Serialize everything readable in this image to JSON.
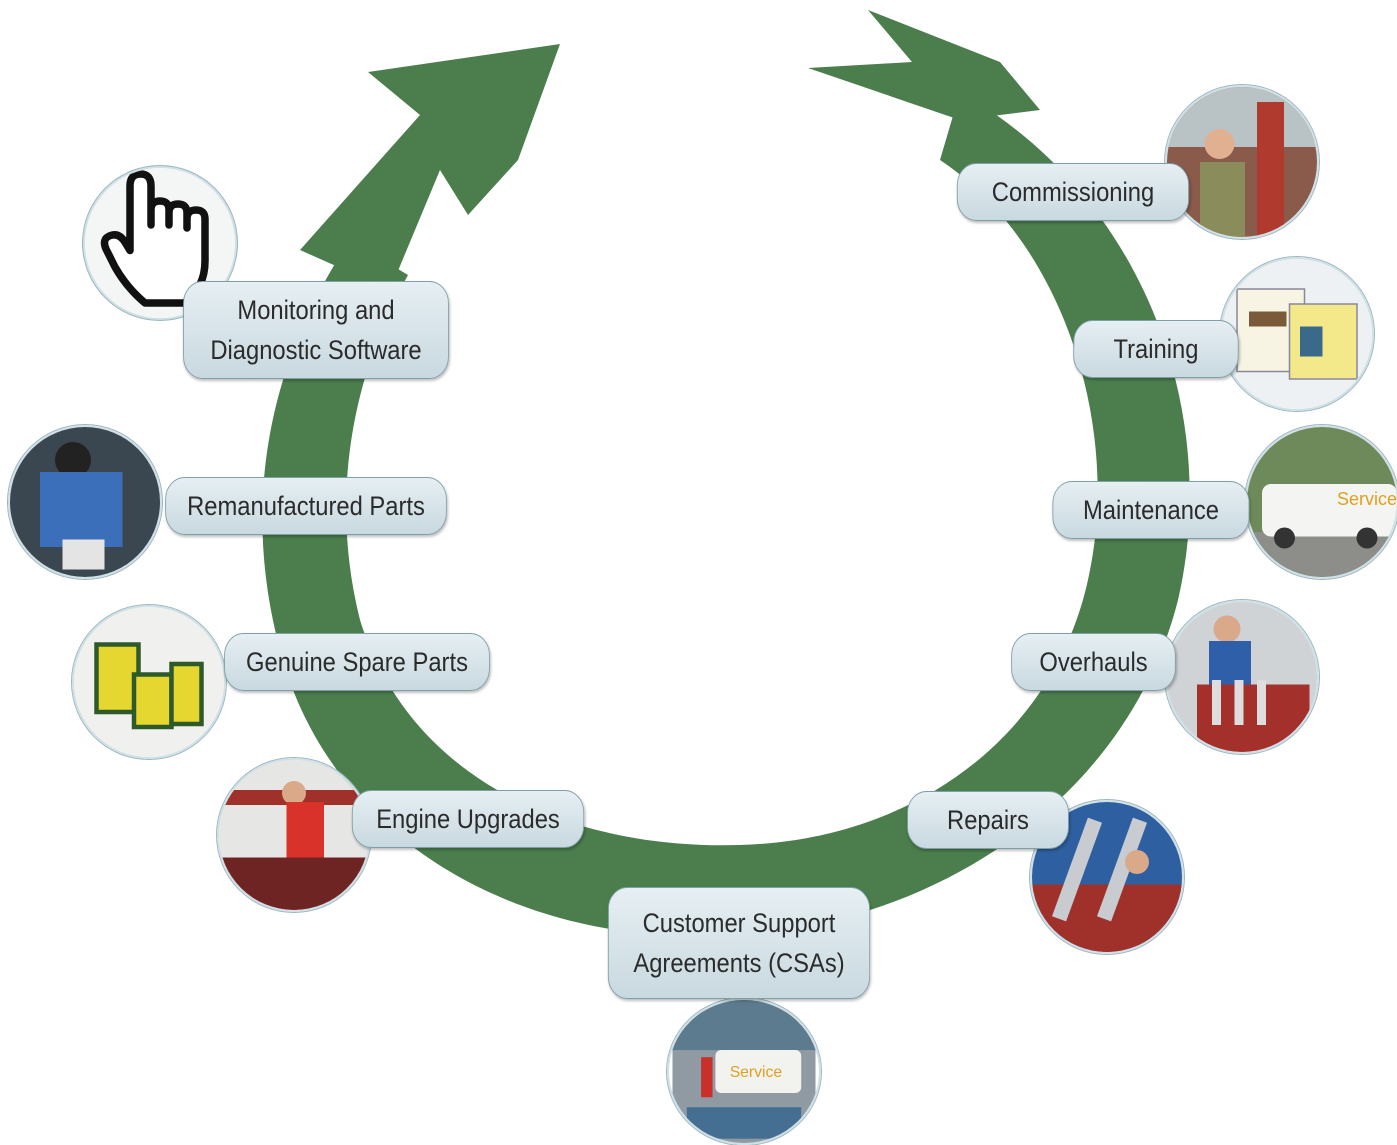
{
  "colors": {
    "arrow": "#4b7e4c",
    "pill_border": "#7f9fa8",
    "pill_fill": "#d6e4ea"
  },
  "cycle": {
    "steps": [
      {
        "id": "commissioning",
        "label": "Commissioning",
        "icon": "commissioning-photo-icon"
      },
      {
        "id": "training",
        "label": "Training",
        "icon": "training-photo-icon"
      },
      {
        "id": "maintenance",
        "label": "Maintenance",
        "icon": "service-van-photo-icon"
      },
      {
        "id": "overhauls",
        "label": "Overhauls",
        "icon": "overhaul-photo-icon"
      },
      {
        "id": "repairs",
        "label": "Repairs",
        "icon": "repairs-photo-icon"
      },
      {
        "id": "csas",
        "label_line1": "Customer Support",
        "label_line2": "Agreements (CSAs)",
        "icon": "customer-support-photo-icon"
      },
      {
        "id": "engine-upgrades",
        "label": "Engine Upgrades",
        "icon": "engine-upgrade-photo-icon"
      },
      {
        "id": "spare-parts",
        "label": "Genuine Spare Parts",
        "icon": "spare-parts-boxes-icon"
      },
      {
        "id": "remanufactured",
        "label": "Remanufactured Parts",
        "icon": "remanufactured-parts-photo-icon"
      },
      {
        "id": "monitoring",
        "label_line1": "Monitoring and",
        "label_line2": "Diagnostic Software",
        "icon": "pointing-hand-icon"
      }
    ]
  }
}
